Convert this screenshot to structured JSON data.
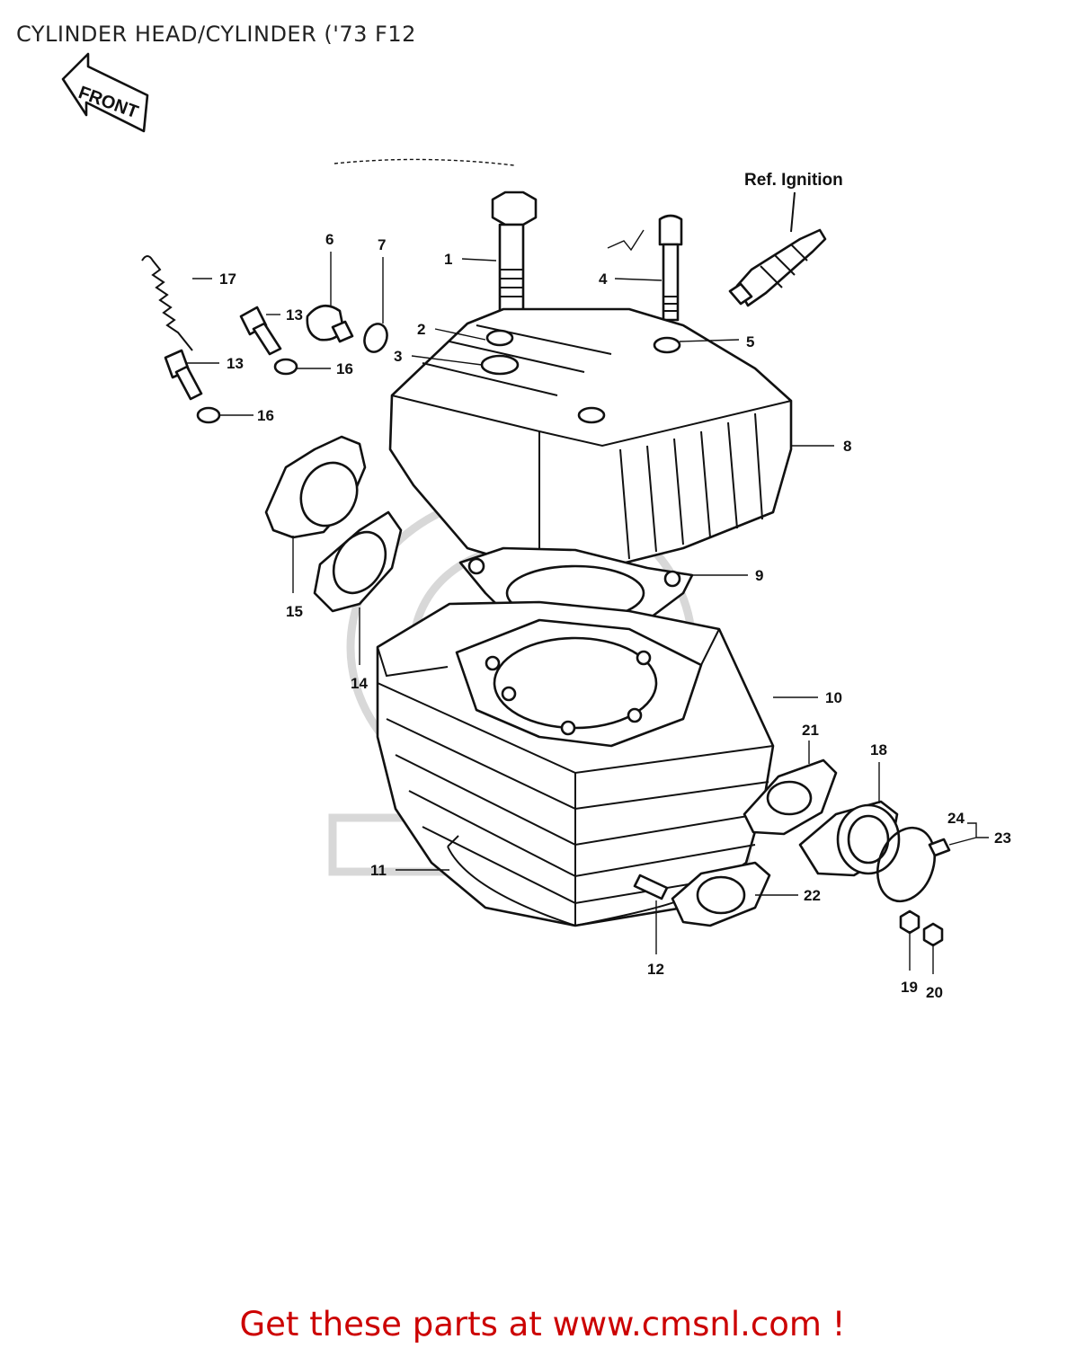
{
  "title": "CYLINDER HEAD/CYLINDER  ('73 F12",
  "front_arrow_label": "FRONT",
  "reference_label": "Ref.  Ignition",
  "callouts": [
    {
      "id": "c1",
      "label": "1"
    },
    {
      "id": "c2",
      "label": "2"
    },
    {
      "id": "c3",
      "label": "3"
    },
    {
      "id": "c4",
      "label": "4"
    },
    {
      "id": "c5",
      "label": "5"
    },
    {
      "id": "c6",
      "label": "6"
    },
    {
      "id": "c7",
      "label": "7"
    },
    {
      "id": "c8",
      "label": "8"
    },
    {
      "id": "c9",
      "label": "9"
    },
    {
      "id": "c10",
      "label": "10"
    },
    {
      "id": "c11",
      "label": "11"
    },
    {
      "id": "c12",
      "label": "12"
    },
    {
      "id": "c13a",
      "label": "13"
    },
    {
      "id": "c13b",
      "label": "13"
    },
    {
      "id": "c14",
      "label": "14"
    },
    {
      "id": "c15",
      "label": "15"
    },
    {
      "id": "c16a",
      "label": "16"
    },
    {
      "id": "c16b",
      "label": "16"
    },
    {
      "id": "c17",
      "label": "17"
    },
    {
      "id": "c18",
      "label": "18"
    },
    {
      "id": "c19",
      "label": "19"
    },
    {
      "id": "c20",
      "label": "20"
    },
    {
      "id": "c21",
      "label": "21"
    },
    {
      "id": "c22",
      "label": "22"
    },
    {
      "id": "c23",
      "label": "23"
    },
    {
      "id": "c24",
      "label": "24"
    }
  ],
  "footer": {
    "text": "Get these parts at www.cmsnl.com !",
    "color": "#cc0000"
  }
}
